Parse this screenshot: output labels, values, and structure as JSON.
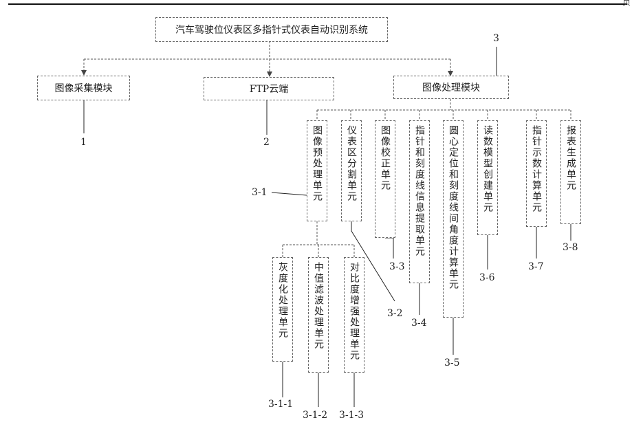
{
  "header": {
    "corner_text": "页"
  },
  "root": {
    "title": "汽车驾驶位仪表区多指针式仪表自动识别系统"
  },
  "modules": [
    {
      "label": "图像采集模块",
      "number": "1"
    },
    {
      "label": "FTP云端",
      "number": "2"
    },
    {
      "label": "图像处理模块",
      "number": "3"
    }
  ],
  "units": [
    {
      "label": "图像预处理单元",
      "number": "3-1"
    },
    {
      "label": "仪表区分割单元",
      "number": "3-2"
    },
    {
      "label": "图像校正单元",
      "number": "3-3"
    },
    {
      "label": "指针和刻度线信息提取单元",
      "number": "3-4"
    },
    {
      "label": "圆心定位和刻度线间角度计算单元",
      "number": "3-5"
    },
    {
      "label": "读数模型创建单元",
      "number": "3-6"
    },
    {
      "label": "指针示数计算单元",
      "number": "3-7"
    },
    {
      "label": "报表生成单元",
      "number": "3-8"
    }
  ],
  "subunits": [
    {
      "label": "灰度化处理单元",
      "number": "3-1-1"
    },
    {
      "label": "中值滤波处理单元",
      "number": "3-1-2"
    },
    {
      "label": "对比度增强处理单元",
      "number": "3-1-3"
    }
  ]
}
